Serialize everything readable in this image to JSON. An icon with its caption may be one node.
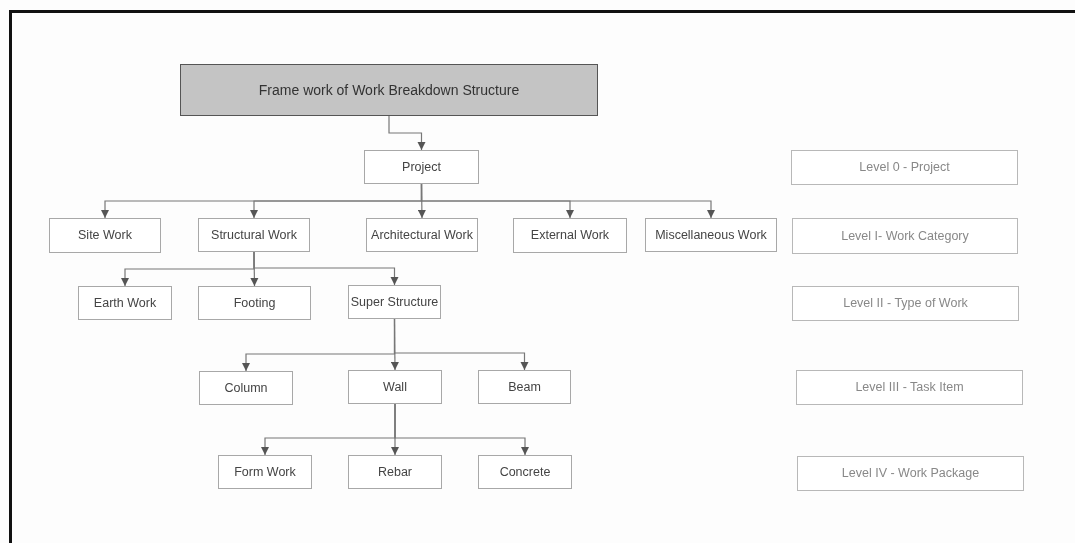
{
  "diagram": {
    "nodes": [
      {
        "text": [
          "Frame work of Work Breakdown Structure"
        ]
      },
      {
        "text": [
          "Project"
        ]
      },
      {
        "text": [
          "Site Work"
        ]
      },
      {
        "text": [
          "Structural Work"
        ]
      },
      {
        "text": [
          "Architectural Work"
        ]
      },
      {
        "text": [
          "External Work"
        ]
      },
      {
        "text": [
          "Miscellaneous Work"
        ]
      },
      {
        "text": [
          "Earth Work"
        ]
      },
      {
        "text": [
          "Footing"
        ]
      },
      {
        "text": [
          "Super Structure"
        ]
      },
      {
        "text": [
          "Column"
        ]
      },
      {
        "text": [
          "Wall"
        ]
      },
      {
        "text": [
          "Beam"
        ]
      },
      {
        "text": [
          "Form Work"
        ]
      },
      {
        "text": [
          "Rebar"
        ]
      },
      {
        "text": [
          "Concrete"
        ]
      },
      {
        "text": [
          "Level 0 - Project"
        ]
      },
      {
        "text": [
          "Level I- Work Category"
        ]
      },
      {
        "text": [
          "Level II - Type of Work"
        ]
      },
      {
        "text": [
          "Level III - Task Item"
        ]
      },
      {
        "text": [
          "Level IV - Work Package"
        ]
      }
    ],
    "edges": [
      {
        "from": 0,
        "to": 1,
        "arrow": "to"
      },
      {
        "from": 1,
        "to": 2,
        "arrow": "to"
      },
      {
        "from": 1,
        "to": 3,
        "arrow": "to"
      },
      {
        "from": 1,
        "to": 4,
        "arrow": "to"
      },
      {
        "from": 1,
        "to": 5,
        "arrow": "to"
      },
      {
        "from": 1,
        "to": 6,
        "arrow": "to"
      },
      {
        "from": 3,
        "to": 7,
        "arrow": "to"
      },
      {
        "from": 3,
        "to": 8,
        "arrow": "to"
      },
      {
        "from": 3,
        "to": 9,
        "arrow": "to"
      },
      {
        "from": 9,
        "to": 10,
        "arrow": "to"
      },
      {
        "from": 9,
        "to": 11,
        "arrow": "to"
      },
      {
        "from": 9,
        "to": 12,
        "arrow": "to"
      },
      {
        "from": 11,
        "to": 13,
        "arrow": "to"
      },
      {
        "from": 11,
        "to": 14,
        "arrow": "to"
      },
      {
        "from": 11,
        "to": 15,
        "arrow": "to"
      }
    ]
  }
}
